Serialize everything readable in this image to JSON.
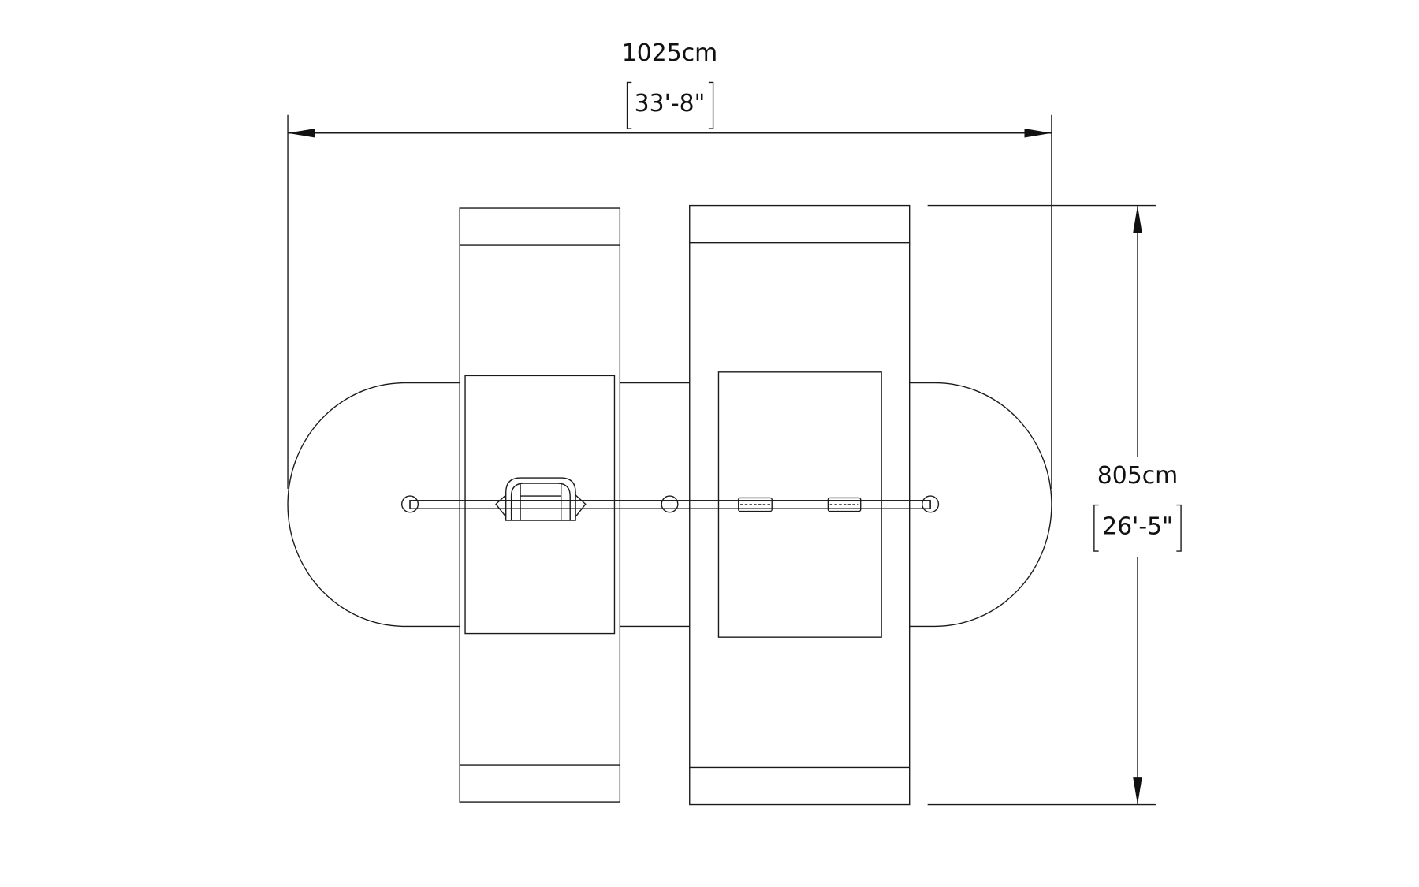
{
  "drawing": {
    "width_dimension": {
      "metric": "1025cm",
      "imperial": "33'-8\""
    },
    "depth_dimension": {
      "metric": "805cm",
      "imperial": "26'-5\""
    }
  }
}
